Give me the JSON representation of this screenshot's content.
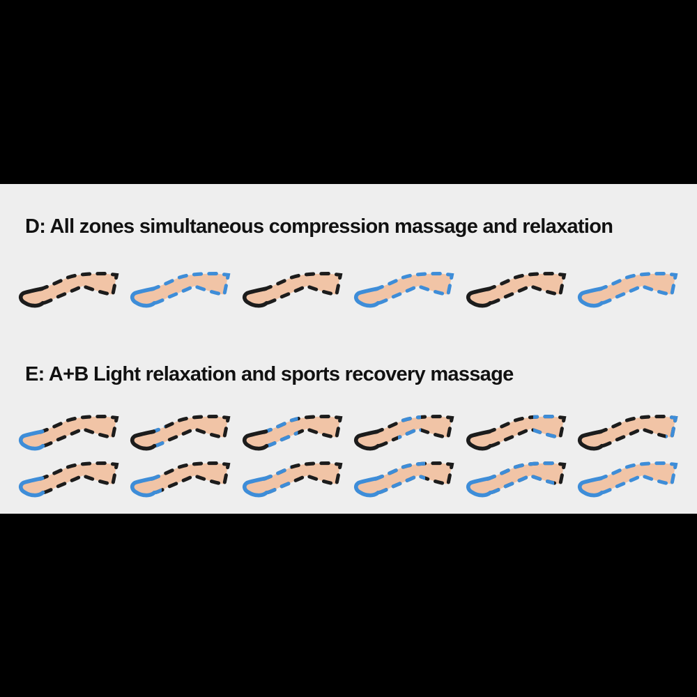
{
  "panel": {
    "background_note": "light gray content card between black letterbox bars"
  },
  "colors": {
    "letterbox": "#000000",
    "panel_background": "#eeeeee",
    "title_text": "#111111",
    "outline_black": "#1c1c1c",
    "outline_blue": "#3e8dd8",
    "leg_skin": "#f1c4a6"
  },
  "sections": [
    {
      "id": "D",
      "title": "D: All zones simultaneous compression massage and relaxation",
      "rows": [
        [
          {
            "outline": "black",
            "foot": "black",
            "zone": null
          },
          {
            "outline": "blue",
            "foot": "blue",
            "zone": null
          },
          {
            "outline": "black",
            "foot": "black",
            "zone": null
          },
          {
            "outline": "blue",
            "foot": "blue",
            "zone": null
          },
          {
            "outline": "black",
            "foot": "black",
            "zone": null
          },
          {
            "outline": "blue",
            "foot": "blue",
            "zone": null
          }
        ]
      ]
    },
    {
      "id": "E",
      "title": "E: A+B Light relaxation and sports recovery massage",
      "rows": [
        [
          {
            "outline": "black",
            "foot": "blue",
            "zone": null
          },
          {
            "outline": "black",
            "foot": "black",
            "zone": [
              0.15,
              0.35
            ]
          },
          {
            "outline": "black",
            "foot": "black",
            "zone": [
              0.25,
              0.55
            ]
          },
          {
            "outline": "black",
            "foot": "black",
            "zone": [
              0.44,
              0.66
            ]
          },
          {
            "outline": "black",
            "foot": "black",
            "zone": [
              0.66,
              0.88
            ]
          },
          {
            "outline": "black",
            "foot": "black",
            "zone": [
              0.86,
              1.0
            ]
          }
        ],
        [
          {
            "outline": "black",
            "foot": "blue",
            "zone": [
              0,
              0.1
            ]
          },
          {
            "outline": "black",
            "foot": "blue",
            "zone": [
              0,
              0.32
            ]
          },
          {
            "outline": "black",
            "foot": "blue",
            "zone": [
              0,
              0.48
            ]
          },
          {
            "outline": "black",
            "foot": "blue",
            "zone": [
              0,
              0.7
            ]
          },
          {
            "outline": "black",
            "foot": "blue",
            "zone": [
              0,
              0.86
            ]
          },
          {
            "outline": "blue",
            "foot": "blue",
            "zone": null
          }
        ]
      ]
    }
  ]
}
